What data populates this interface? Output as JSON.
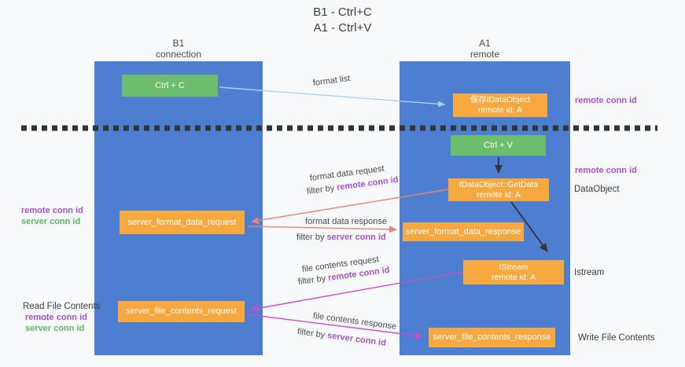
{
  "title": {
    "line1": "B1 - Ctrl+C",
    "line2": "A1 - Ctrl+V"
  },
  "columns": {
    "left": {
      "name": "B1",
      "role": "connection"
    },
    "right": {
      "name": "A1",
      "role": "remote"
    }
  },
  "nodes": {
    "ctrl_c": {
      "label": "Ctrl + C"
    },
    "save_idataobject": {
      "line1": "保存IDataObject",
      "line2": "remote id: A"
    },
    "ctrl_v": {
      "label": "Ctrl + V"
    },
    "getdata": {
      "line1": "IDataObject::GetData",
      "line2": "remote id: A"
    },
    "istream": {
      "line1": "IStream",
      "line2": "remote id: A"
    },
    "server_format_data_request": {
      "label": "server_format_data_request"
    },
    "server_format_data_response": {
      "label": "server_format_data_response"
    },
    "server_file_contents_request": {
      "label": "server_file_contents_request"
    },
    "server_file_contents_response": {
      "label": "server_file_contents_response"
    }
  },
  "edge_labels": {
    "format_list": "format list",
    "format_data_request": "format data request",
    "format_data_response": "format data response",
    "file_contents_request": "file contents request",
    "file_contents_response": "file contents response",
    "filter_by": "filter by",
    "remote_conn_id": "remote conn id",
    "server_conn_id": "server conn id"
  },
  "side_labels": {
    "remote_conn_id": "remote conn id",
    "server_conn_id": "server conn id",
    "dataobject": "DataObject",
    "istream": "Istream",
    "read_file_contents": "Read File Contents",
    "write_file_contents": "Write File Contents"
  },
  "colors": {
    "lifeline_blue": "#4c7fd0",
    "node_green": "#6cbe6e",
    "node_orange": "#f7a940",
    "purple_text": "#a653c9",
    "green_text": "#5cb767",
    "arrow_salmon": "#e8837b",
    "arrow_magenta": "#ca4dc2",
    "arrow_lightblue": "#aad3f2",
    "arrow_black": "#333333"
  }
}
